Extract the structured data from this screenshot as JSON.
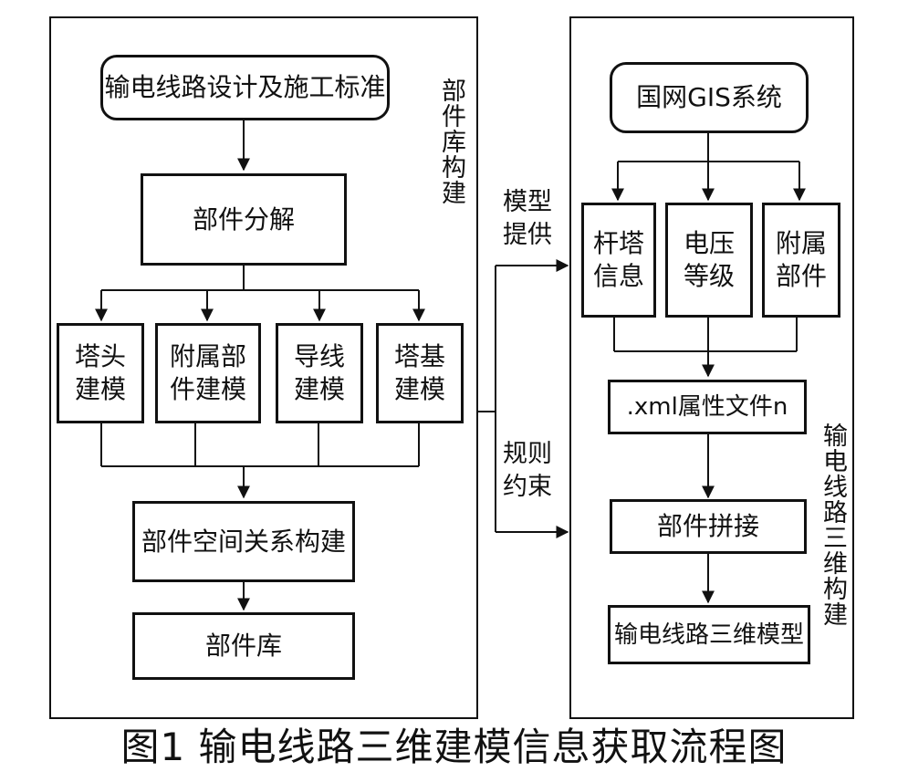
{
  "left_panel": {
    "label": "部件库构建",
    "nodes": {
      "standard": "输电线路设计及施工标准",
      "decompose": "部件分解",
      "tower_head": "塔头\n建模",
      "accessory": "附属部\n件建模",
      "conductor": "导线\n建模",
      "foundation": "塔基\n建模",
      "spatial": "部件空间关系构建",
      "library": "部件库"
    }
  },
  "right_panel": {
    "label": "输电线路三维构建",
    "nodes": {
      "gis": "国网GIS系统",
      "tower_info": "杆塔\n信息",
      "voltage": "电压\n等级",
      "attached": "附属\n部件",
      "xml": ".xml属性文件n",
      "assemble": "部件拼接",
      "model": "输电线路三维模型"
    }
  },
  "edges": {
    "model_provide": "模型\n提供",
    "rule_constraint": "规则\n约束"
  },
  "caption": "图1  输电线路三维建模信息获取流程图"
}
